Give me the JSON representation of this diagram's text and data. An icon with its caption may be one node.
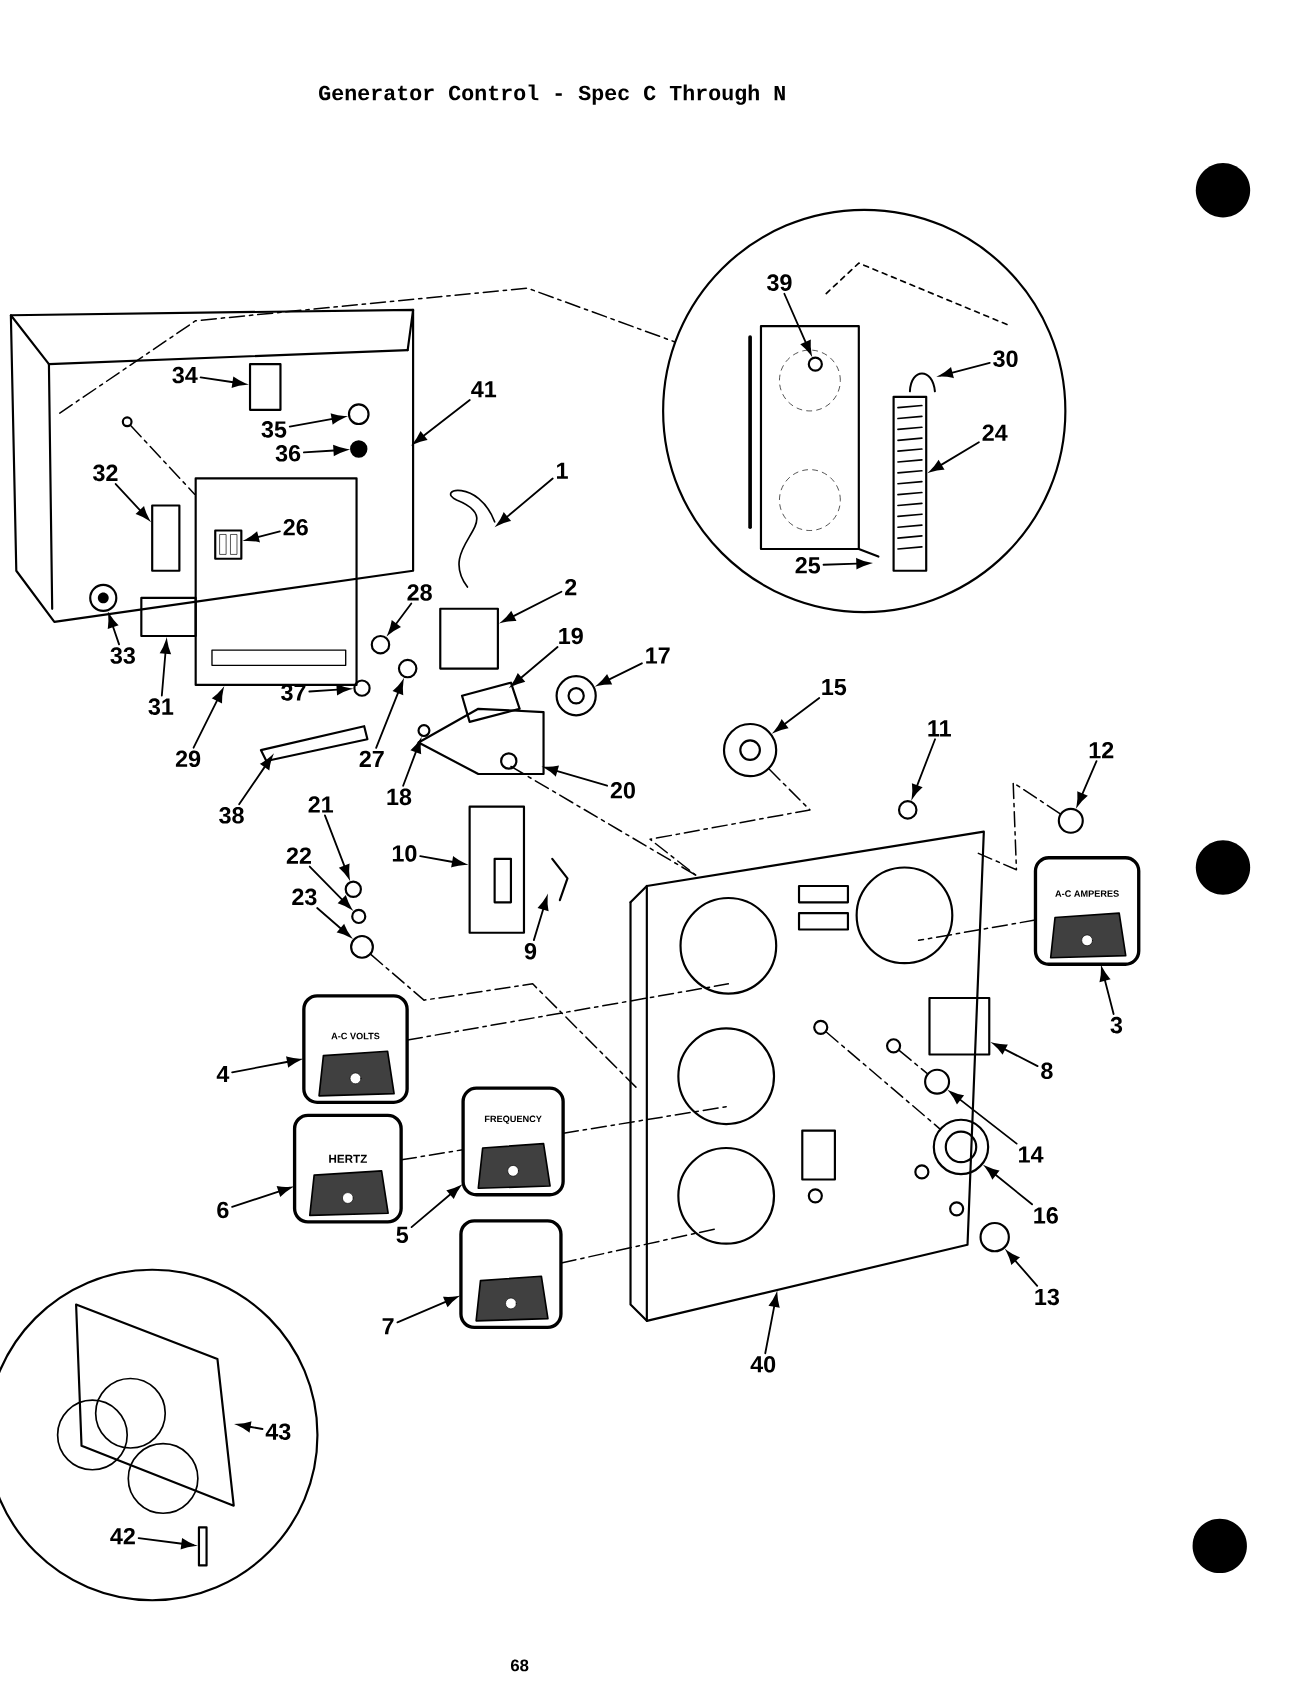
{
  "diagram": {
    "title": "Generator Control - Spec C Through N",
    "nodes": [
      {
        "text": [],
        "shape": "picture"
      },
      {
        "text": [],
        "shape": "circle"
      },
      {
        "text": [],
        "shape": "box"
      },
      {
        "text": [],
        "shape": "circle"
      },
      {
        "text": [
          "1"
        ]
      },
      {
        "text": [
          "2"
        ]
      },
      {
        "text": [
          "3"
        ]
      },
      {
        "text": [
          "4"
        ]
      },
      {
        "text": [
          "5"
        ]
      },
      {
        "text": [
          "6"
        ]
      },
      {
        "text": [
          "7"
        ]
      },
      {
        "text": [
          "8"
        ]
      },
      {
        "text": [
          "9"
        ]
      },
      {
        "text": [
          "10"
        ]
      },
      {
        "text": [
          "11"
        ]
      },
      {
        "text": [
          "12"
        ]
      },
      {
        "text": [
          "13"
        ]
      },
      {
        "text": [
          "14"
        ]
      },
      {
        "text": [
          "15"
        ]
      },
      {
        "text": [
          "16"
        ]
      },
      {
        "text": [
          "17"
        ]
      },
      {
        "text": [
          "18"
        ]
      },
      {
        "text": [
          "19"
        ]
      },
      {
        "text": [
          "20"
        ]
      },
      {
        "text": [
          "21"
        ]
      },
      {
        "text": [
          "22"
        ]
      },
      {
        "text": [
          "23"
        ]
      },
      {
        "text": [
          "24"
        ],
        "in": 1
      },
      {
        "text": [
          "25"
        ],
        "in": 1
      },
      {
        "text": [
          "26"
        ]
      },
      {
        "text": [
          "27"
        ]
      },
      {
        "text": [
          "28"
        ]
      },
      {
        "text": [
          "29"
        ]
      },
      {
        "text": [
          "30"
        ],
        "in": 1
      },
      {
        "text": [
          "31"
        ]
      },
      {
        "text": [
          "32"
        ],
        "in": 0
      },
      {
        "text": [
          "33"
        ]
      },
      {
        "text": [
          "34"
        ],
        "in": 0
      },
      {
        "text": [
          "35"
        ],
        "in": 0
      },
      {
        "text": [
          "36"
        ],
        "in": 0
      },
      {
        "text": [
          "37"
        ]
      },
      {
        "text": [
          "38"
        ]
      },
      {
        "text": [
          "39"
        ],
        "in": 1
      },
      {
        "text": [
          "40"
        ]
      },
      {
        "text": [
          "41"
        ]
      },
      {
        "text": [
          "42"
        ],
        "in": 3
      },
      {
        "text": [
          "43"
        ],
        "in": 3
      },
      {
        "text": [],
        "shape": "box",
        "in": 0
      },
      {
        "text": [],
        "shape": "circle",
        "in": 0
      },
      {
        "text": [],
        "shape": "circle",
        "in": 0
      },
      {
        "text": [],
        "shape": "box",
        "in": 0
      },
      {
        "text": [],
        "shape": "circle",
        "in": 0
      },
      {
        "text": [],
        "shape": "box"
      },
      {
        "text": [],
        "shape": "box"
      },
      {
        "text": [],
        "shape": "circle"
      },
      {
        "text": [],
        "shape": "circle"
      },
      {
        "text": [],
        "shape": "circle"
      },
      {
        "text": [],
        "shape": "bar"
      },
      {
        "text": [],
        "shape": "picture"
      },
      {
        "text": [],
        "shape": "box"
      },
      {
        "text": [],
        "shape": "picture"
      },
      {
        "text": [],
        "shape": "circle"
      },
      {
        "text": [],
        "shape": "circle"
      },
      {
        "text": [],
        "shape": "picture"
      },
      {
        "text": [],
        "shape": "circle"
      },
      {
        "text": [],
        "shape": "box"
      },
      {
        "text": [],
        "shape": "picture"
      },
      {
        "text": [],
        "shape": "circle"
      },
      {
        "text": [],
        "shape": "circle"
      },
      {
        "text": [],
        "shape": "circle"
      },
      {
        "text": [],
        "shape": "circle"
      },
      {
        "text": [],
        "shape": "circle"
      },
      {
        "text": [
          "A-C AMPERES"
        ]
      },
      {
        "text": [
          "A-C VOLTS"
        ]
      },
      {
        "text": [
          "HERTZ"
        ]
      },
      {
        "text": [
          "FREQUENCY"
        ]
      },
      {
        "text": [],
        "shape": "picture"
      },
      {
        "text": [],
        "shape": "picture"
      },
      {
        "text": [],
        "shape": "box"
      },
      {
        "text": [],
        "shape": "circle",
        "in": 77
      },
      {
        "text": [],
        "shape": "circle",
        "in": 77
      },
      {
        "text": [],
        "shape": "circle"
      },
      {
        "text": [],
        "shape": "picture",
        "in": 1
      },
      {
        "text": [],
        "shape": "circle",
        "in": 82
      },
      {
        "text": [],
        "shape": "picture",
        "in": 1
      },
      {
        "text": [],
        "shape": "box",
        "in": 1
      },
      {
        "text": [],
        "shape": "picture",
        "in": 3
      },
      {
        "text": [],
        "shape": "box",
        "in": 3
      },
      {
        "text": [],
        "shape": "circle",
        "in": 0
      },
      {
        "text": [],
        "shape": "circle",
        "in": 77
      },
      {
        "text": [],
        "shape": "circle",
        "in": 77
      }
    ],
    "edges": [
      {
        "from": 4,
        "to": 58,
        "arrow": "to"
      },
      {
        "from": 5,
        "to": 59,
        "arrow": "to"
      },
      {
        "from": 6,
        "to": 72,
        "arrow": "to"
      },
      {
        "from": 7,
        "to": 73,
        "arrow": "to"
      },
      {
        "from": 8,
        "to": 75,
        "arrow": "to"
      },
      {
        "from": 9,
        "to": 74,
        "arrow": "to"
      },
      {
        "from": 10,
        "to": 76,
        "arrow": "to"
      },
      {
        "from": 11,
        "to": 78,
        "arrow": "to"
      },
      {
        "from": 12,
        "to": 66,
        "arrow": "to"
      },
      {
        "from": 13,
        "to": 65,
        "arrow": "to"
      },
      {
        "from": 14,
        "to": 70,
        "arrow": "to"
      },
      {
        "from": 15,
        "to": 71,
        "arrow": "to"
      },
      {
        "from": 16,
        "to": 81,
        "arrow": "to"
      },
      {
        "from": 17,
        "to": 79,
        "arrow": "to"
      },
      {
        "from": 18,
        "to": 64,
        "arrow": "to"
      },
      {
        "from": 19,
        "to": 80,
        "arrow": "to"
      },
      {
        "from": 20,
        "to": 61,
        "arrow": "to"
      },
      {
        "from": 21,
        "to": 62,
        "arrow": "to"
      },
      {
        "from": 22,
        "to": 60,
        "arrow": "to"
      },
      {
        "from": 23,
        "to": 63,
        "arrow": "to"
      },
      {
        "from": 24,
        "to": 67,
        "arrow": "to"
      },
      {
        "from": 25,
        "to": 68,
        "arrow": "to"
      },
      {
        "from": 26,
        "to": 69,
        "arrow": "to"
      },
      {
        "from": 27,
        "to": 85,
        "arrow": "to"
      },
      {
        "from": 28,
        "to": 82,
        "arrow": "to"
      },
      {
        "from": 29,
        "to": 52,
        "arrow": "to"
      },
      {
        "from": 30,
        "to": 55,
        "arrow": "to"
      },
      {
        "from": 31,
        "to": 54,
        "arrow": "to"
      },
      {
        "from": 32,
        "to": 2,
        "arrow": "to"
      },
      {
        "from": 33,
        "to": 84,
        "arrow": "to"
      },
      {
        "from": 34,
        "to": 53,
        "arrow": "to"
      },
      {
        "from": 35,
        "to": 50,
        "arrow": "to"
      },
      {
        "from": 36,
        "to": 51,
        "arrow": "to"
      },
      {
        "from": 37,
        "to": 47,
        "arrow": "to"
      },
      {
        "from": 38,
        "to": 48,
        "arrow": "to"
      },
      {
        "from": 39,
        "to": 49,
        "arrow": "to"
      },
      {
        "from": 40,
        "to": 56,
        "arrow": "to"
      },
      {
        "from": 41,
        "to": 57,
        "arrow": "to"
      },
      {
        "from": 42,
        "to": 83,
        "arrow": "to"
      },
      {
        "from": 43,
        "to": 77,
        "arrow": "to"
      },
      {
        "from": 44,
        "to": 0,
        "arrow": "to"
      },
      {
        "from": 45,
        "to": 87,
        "arrow": "to"
      },
      {
        "from": 46,
        "to": 86,
        "arrow": "to"
      },
      {
        "from": 0,
        "to": 1,
        "arrow": "none",
        "style": "dashed"
      },
      {
        "from": 88,
        "to": 2,
        "arrow": "none",
        "style": "dashed"
      },
      {
        "from": 73,
        "to": 77,
        "arrow": "none",
        "style": "dashed"
      },
      {
        "from": 74,
        "to": 75,
        "arrow": "none",
        "style": "dashed"
      },
      {
        "from": 75,
        "to": 77,
        "arrow": "none",
        "style": "dashed"
      },
      {
        "from": 76,
        "to": 77,
        "arrow": "none",
        "style": "dashed"
      },
      {
        "from": 72,
        "to": 77,
        "arrow": "none",
        "style": "dashed"
      },
      {
        "from": 64,
        "to": 77,
        "arrow": "none",
        "style": "dashed"
      },
      {
        "from": 63,
        "to": 77,
        "arrow": "none",
        "style": "dashed"
      },
      {
        "from": 69,
        "to": 77,
        "arrow": "none",
        "style": "dashed"
      },
      {
        "from": 89,
        "to": 80,
        "arrow": "none",
        "style": "dashed"
      },
      {
        "from": 90,
        "to": 79,
        "arrow": "none",
        "style": "dashed"
      },
      {
        "from": 71,
        "to": 77,
        "arrow": "none",
        "style": "dashed"
      }
    ],
    "labels": [
      "68"
    ]
  }
}
